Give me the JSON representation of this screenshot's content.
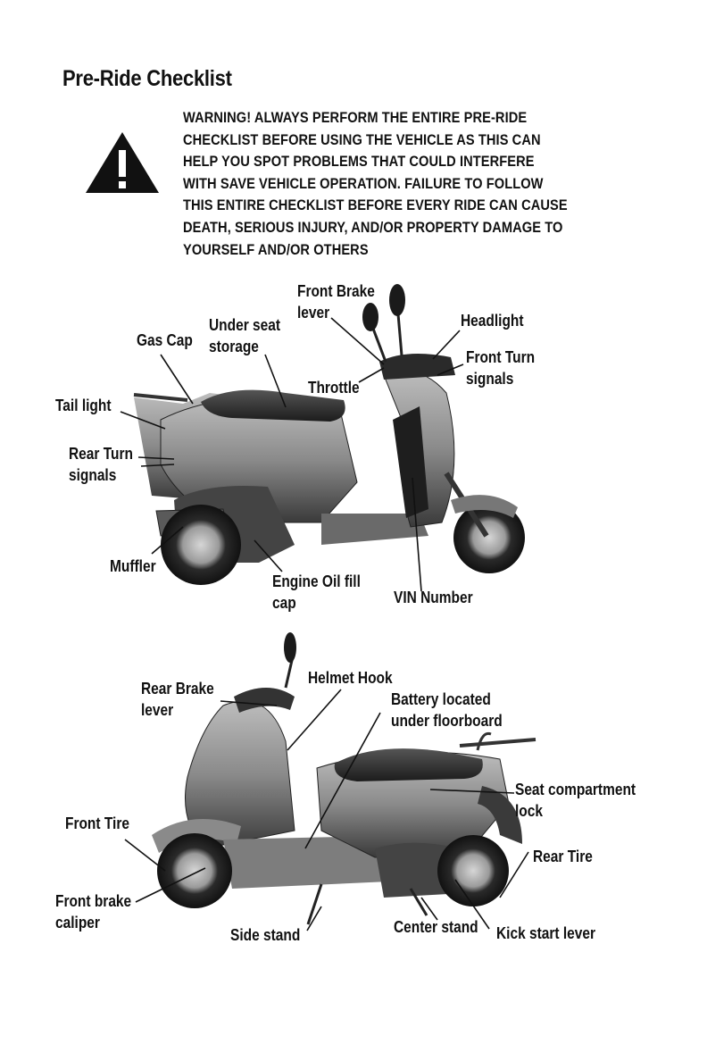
{
  "page": {
    "title": "Pre-Ride Checklist",
    "warning_lines": [
      "WARNING!   ALWAYS PERFORM THE ENTIRE PRE-RIDE",
      "CHECKLIST BEFORE USING THE VEHICLE AS THIS CAN",
      "HELP YOU SPOT PROBLEMS THAT COULD INTERFERE",
      "WITH SAVE VEHICLE OPERATION.   FAILURE TO FOLLOW",
      "THIS ENTIRE CHECKLIST BEFORE EVERY RIDE CAN CAUSE",
      "DEATH, SERIOUS INJURY, AND/OR PROPERTY DAMAGE TO",
      "YOURSELF AND/OR OTHERS"
    ],
    "warning_icon": "warning-triangle-icon"
  },
  "figure_top": {
    "image": "scooter-right-side-view",
    "labels": {
      "front_brake_lever": [
        "Front Brake",
        "lever"
      ],
      "under_seat_storage": [
        "Under seat",
        "storage"
      ],
      "gas_cap": [
        "Gas Cap"
      ],
      "headlight": [
        "Headlight"
      ],
      "front_turn_signals": [
        "Front Turn",
        "signals"
      ],
      "throttle": [
        "Throttle"
      ],
      "tail_light": [
        "Tail light"
      ],
      "rear_turn_signals": [
        "Rear Turn",
        "signals"
      ],
      "muffler": [
        "Muffler"
      ],
      "engine_oil_fill_cap": [
        "Engine Oil fill",
        "cap"
      ],
      "vin_number": [
        "VIN Number"
      ]
    }
  },
  "figure_bottom": {
    "image": "scooter-left-side-view",
    "labels": {
      "helmet_hook": [
        "Helmet Hook"
      ],
      "rear_brake_lever": [
        "Rear Brake",
        "lever"
      ],
      "battery": [
        "Battery located",
        "under floorboard"
      ],
      "seat_compartment_lock": [
        "Seat compartment",
        "lock"
      ],
      "front_tire": [
        "Front Tire"
      ],
      "rear_tire": [
        "Rear Tire"
      ],
      "front_brake_caliper": [
        "Front brake",
        "caliper"
      ],
      "side_stand": [
        "Side stand"
      ],
      "center_stand": [
        "Center stand"
      ],
      "kick_start_lever": [
        "Kick start lever"
      ]
    }
  }
}
